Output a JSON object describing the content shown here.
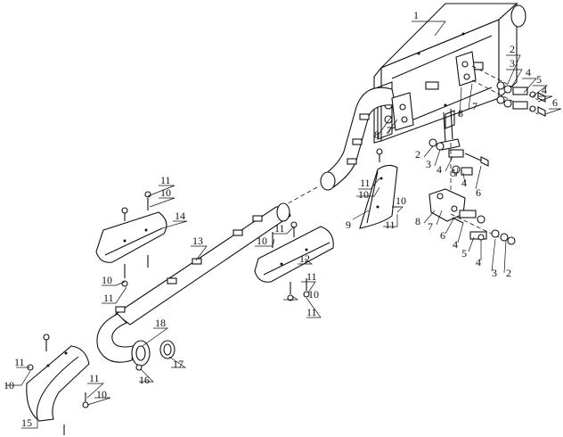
{
  "callouts": [
    {
      "id": "c1",
      "text": "1"
    },
    {
      "id": "c2a",
      "text": "2"
    },
    {
      "id": "c3a",
      "text": "3"
    },
    {
      "id": "c4a",
      "text": "4"
    },
    {
      "id": "c5a",
      "text": "5"
    },
    {
      "id": "c4b",
      "text": "4"
    },
    {
      "id": "c6a",
      "text": "6"
    },
    {
      "id": "c7a",
      "text": "7"
    },
    {
      "id": "c8a",
      "text": "8"
    },
    {
      "id": "c8b",
      "text": "8"
    },
    {
      "id": "c7b",
      "text": "7"
    },
    {
      "id": "c2b",
      "text": "2"
    },
    {
      "id": "c3b",
      "text": "3"
    },
    {
      "id": "c4c",
      "text": "4"
    },
    {
      "id": "c5b",
      "text": "5"
    },
    {
      "id": "c4d",
      "text": "4"
    },
    {
      "id": "c6b",
      "text": "6"
    },
    {
      "id": "c11a",
      "text": "11"
    },
    {
      "id": "c10a",
      "text": "10"
    },
    {
      "id": "c10b",
      "text": "10"
    },
    {
      "id": "c11b",
      "text": "11"
    },
    {
      "id": "c9",
      "text": "9"
    },
    {
      "id": "c8c",
      "text": "8"
    },
    {
      "id": "c7c",
      "text": "7"
    },
    {
      "id": "c6c",
      "text": "6"
    },
    {
      "id": "c4e",
      "text": "4"
    },
    {
      "id": "c5c",
      "text": "5"
    },
    {
      "id": "c4f",
      "text": "4"
    },
    {
      "id": "c3c",
      "text": "3"
    },
    {
      "id": "c2c",
      "text": "2"
    },
    {
      "id": "c11c",
      "text": "11"
    },
    {
      "id": "c10c",
      "text": "10"
    },
    {
      "id": "c14",
      "text": "14"
    },
    {
      "id": "c13",
      "text": "13"
    },
    {
      "id": "c11d",
      "text": "11"
    },
    {
      "id": "c10d",
      "text": "10"
    },
    {
      "id": "c12",
      "text": "12"
    },
    {
      "id": "c10e",
      "text": "10"
    },
    {
      "id": "c11e",
      "text": "11"
    },
    {
      "id": "c11f",
      "text": "11"
    },
    {
      "id": "c10f",
      "text": "10"
    },
    {
      "id": "c11g",
      "text": "11"
    },
    {
      "id": "c18",
      "text": "18"
    },
    {
      "id": "c17",
      "text": "17"
    },
    {
      "id": "c16",
      "text": "16"
    },
    {
      "id": "c11h",
      "text": "11"
    },
    {
      "id": "c10g",
      "text": "10"
    },
    {
      "id": "c11i",
      "text": "11"
    },
    {
      "id": "c10h",
      "text": "10"
    },
    {
      "id": "c15",
      "text": "15"
    }
  ]
}
